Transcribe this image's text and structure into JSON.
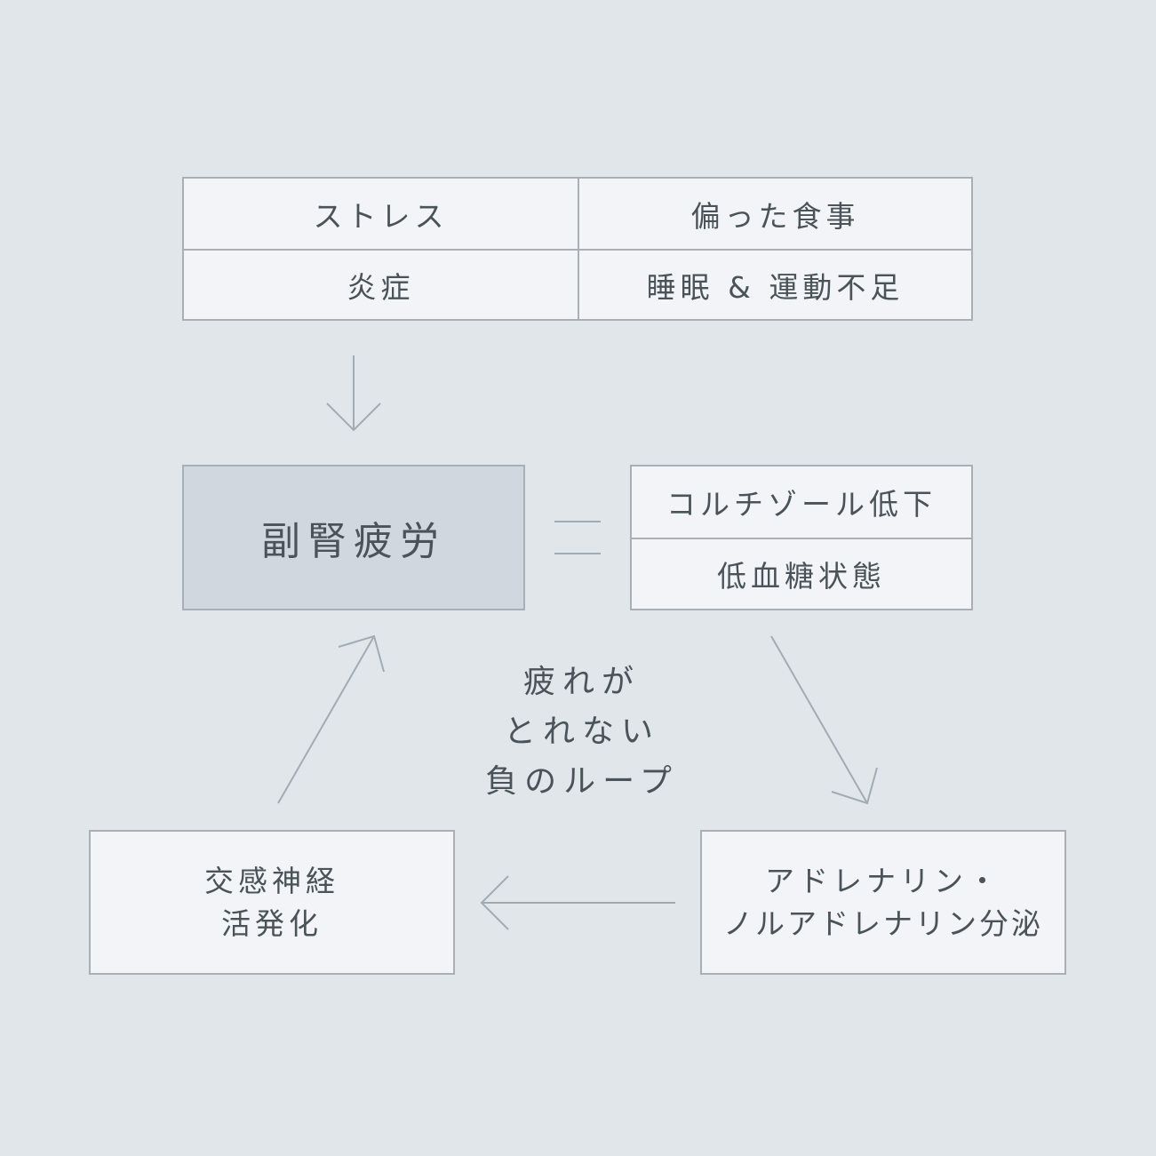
{
  "causes": {
    "stress": "ストレス",
    "diet": "偏った食事",
    "inflammation": "炎症",
    "sleep_exercise": "睡眠 & 運動不足"
  },
  "center": {
    "label": "副腎疲労"
  },
  "equals_symbol": "=",
  "state": {
    "cortisol": "コルチゾール低下",
    "hypoglycemia": "低血糖状態"
  },
  "adrenaline": {
    "line1": "アドレナリン・",
    "line2": "ノルアドレナリン分泌"
  },
  "sympathetic": {
    "line1": "交感神経",
    "line2": "活発化"
  },
  "loop_label": {
    "line1": "疲れが",
    "line2": "とれない",
    "line3": "負のループ"
  },
  "colors": {
    "background": "#e1e6eb",
    "box_fill": "#f2f4f8",
    "center_fill": "#d0d7df",
    "border": "#a8afb5",
    "text": "#4a5458"
  }
}
